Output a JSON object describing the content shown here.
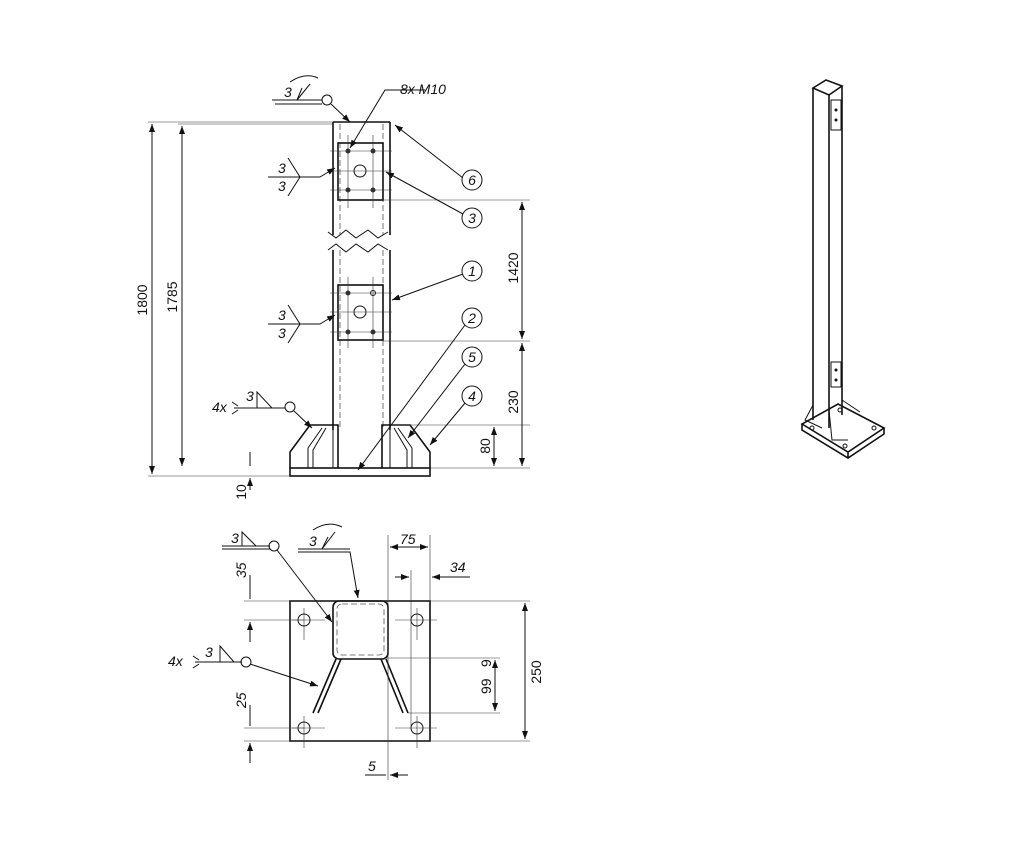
{
  "front_view": {
    "callout_bolts": "8x M10",
    "dims": {
      "overall_height": "1800",
      "post_height": "1785",
      "plate_spacing": "1420",
      "lower_plate_height": "230",
      "gusset_height": "80",
      "base_thickness": "10"
    },
    "welds": {
      "top_weld": "3",
      "plate_weld_upper_a": "3",
      "plate_weld_upper_b": "3",
      "plate_weld_lower_a": "3",
      "plate_weld_lower_b": "3",
      "gusset_weld": "3",
      "gusset_count": "4x"
    },
    "part_numbers": [
      "6",
      "3",
      "1",
      "2",
      "5",
      "4"
    ]
  },
  "plan_view": {
    "dims": {
      "hole_edge_top": "35",
      "hole_edge_bottom": "25",
      "tube_offset": "75",
      "hole_offset": "34",
      "gusset_length": "99",
      "gusset_gap": "9",
      "plate_size": "250",
      "gap": "5"
    },
    "welds": {
      "corner_weld": "3",
      "tube_weld": "3",
      "gusset_weld": "3",
      "gusset_count": "4x"
    }
  }
}
